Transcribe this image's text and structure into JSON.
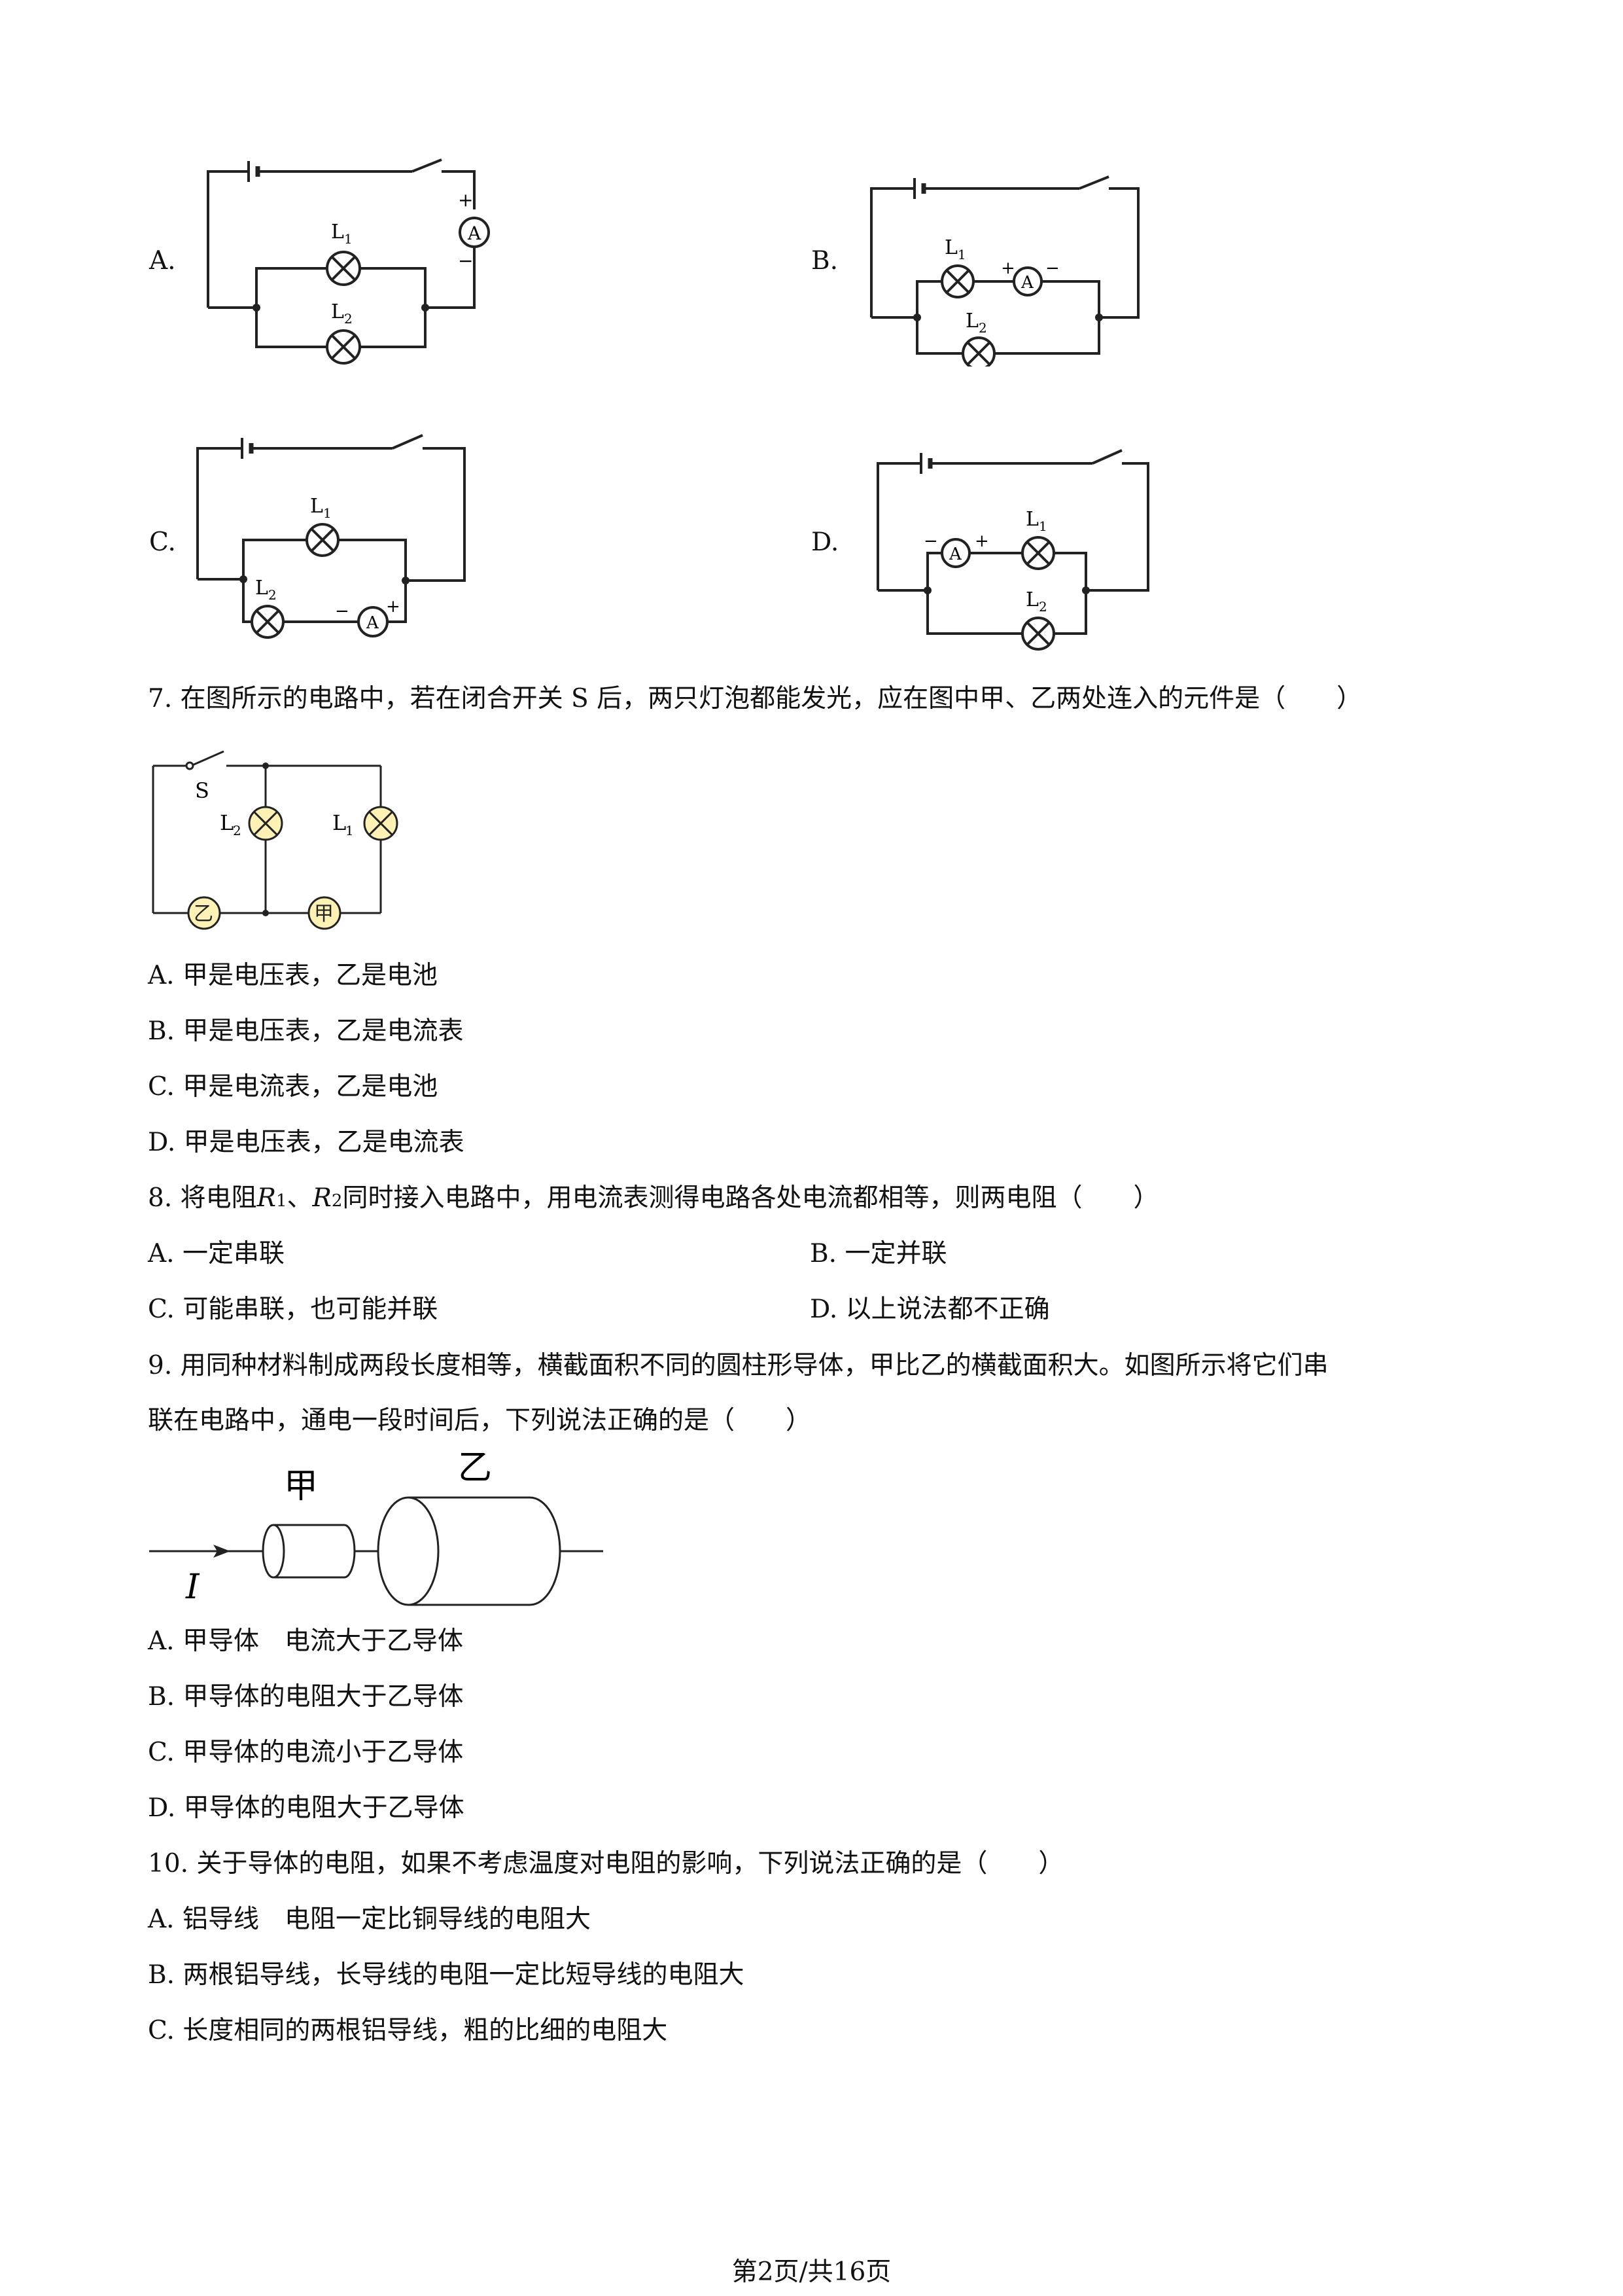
{
  "q6_options": [
    {
      "letter": "A."
    },
    {
      "letter": "B."
    },
    {
      "letter": "C."
    },
    {
      "letter": "D."
    }
  ],
  "circuit_labels": {
    "l1": "L",
    "l1_sub": "1",
    "l2": "L",
    "l2_sub": "2",
    "ammeter": "A",
    "plus": "+",
    "minus": "−"
  },
  "q7": {
    "stem": "7. 在图所示的电路中，若在闭合开关 S 后，两只灯泡都能发光，应在图中甲、乙两处连入的元件是（　　）",
    "figure": {
      "switch": "S",
      "l2": "L",
      "l2_sub": "2",
      "l1": "L",
      "l1_sub": "1",
      "yi": "乙",
      "jia": "甲"
    },
    "options": [
      "A. 甲是电压表，乙是电池",
      "B. 甲是电压表，乙是电流表",
      "C. 甲是电流表，乙是电池",
      "D. 甲是电压表，乙是电流表"
    ]
  },
  "q8": {
    "stem_prefix": "8. 将电阻 ",
    "r1": "R",
    "r1_sub": "1",
    "sep": "、",
    "r2": "R",
    "r2_sub": "2",
    "stem_suffix": "同时接入电路中，用电流表测得电路各处电流都相等，则两电阻（　　）",
    "options": [
      "A. 一定串联",
      "B. 一定并联",
      "C. 可能串联，也可能并联",
      "D. 以上说法都不正确"
    ]
  },
  "q9": {
    "stem_line1": "9. 用同种材料制成两段长度相等，横截面积不同的圆柱形导体，甲比乙的横截面积大。如图所示将它们串",
    "stem_line2": "联在电路中，通电一段时间后，下列说法正确的是（　　）",
    "figure": {
      "jia": "甲",
      "yi": "乙",
      "current": "I"
    },
    "options": [
      "A. 甲导体　电流大于乙导体",
      "B. 甲导体的电阻大于乙导体",
      "C. 甲导体的电流小于乙导体",
      "D. 甲导体的电阻大于乙导体"
    ]
  },
  "q10": {
    "stem": "10. 关于导体的电阻，如果不考虑温度对电阻的影响，下列说法正确的是（　　）",
    "options": [
      "A. 铝导线　电阻一定比铜导线的电阻大",
      "B. 两根铝导线，长导线的电阻一定比短导线的电阻大",
      "C. 长度相同的两根铝导线，粗的比细的电阻大"
    ]
  },
  "footer": "第2页/共16页"
}
